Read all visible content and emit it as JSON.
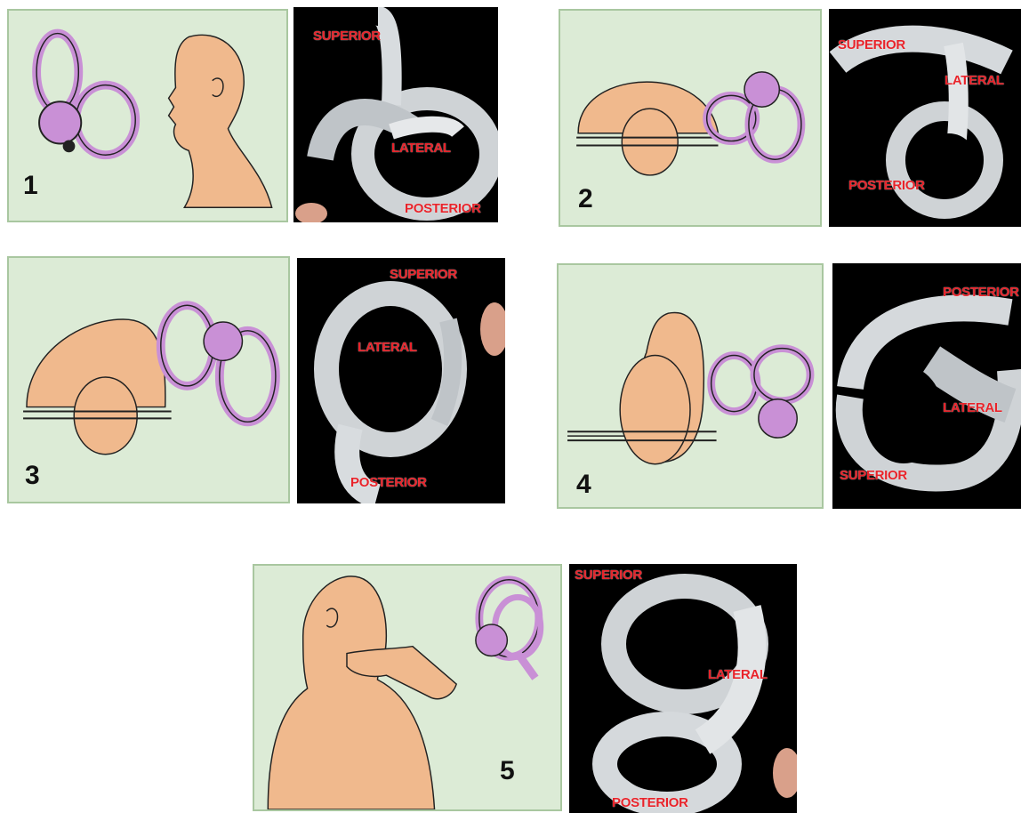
{
  "steps": [
    {
      "number": "1",
      "labels": {
        "superior": "SUPERIOR",
        "lateral": "LATERAL",
        "posterior": "POSTERIOR"
      }
    },
    {
      "number": "2",
      "labels": {
        "superior": "SUPERIOR",
        "lateral": "LATERAL",
        "posterior": "POSTERIOR"
      }
    },
    {
      "number": "3",
      "labels": {
        "superior": "SUPERIOR",
        "lateral": "LATERAL",
        "posterior": "POSTERIOR"
      }
    },
    {
      "number": "4",
      "labels": {
        "posterior": "POSTERIOR",
        "lateral": "LATERAL",
        "superior": "SUPERIOR"
      }
    },
    {
      "number": "5",
      "labels": {
        "superior": "SUPERIOR",
        "lateral": "LATERAL",
        "posterior": "POSTERIOR"
      }
    }
  ],
  "colors": {
    "panel_bg": "#dcebd6",
    "skin": "#f0b98d",
    "canal": "#c990d6",
    "label": "#e8232a"
  }
}
